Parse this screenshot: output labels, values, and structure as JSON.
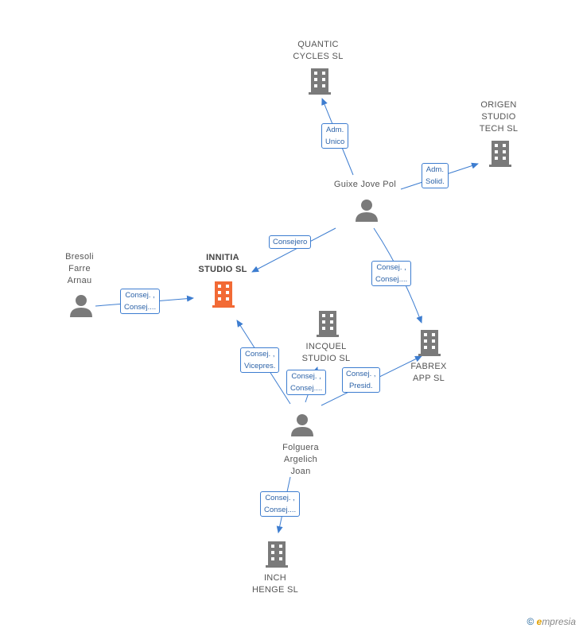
{
  "nodes": {
    "quantic": {
      "label": "QUANTIC\nCYCLES  SL",
      "type": "company"
    },
    "origen": {
      "label": "ORIGEN\nSTUDIO\nTECH  SL",
      "type": "company"
    },
    "guixe": {
      "label": "Guixe Jove Pol",
      "type": "person"
    },
    "bresoli": {
      "label": "Bresoli\nFarre\nArnau",
      "type": "person"
    },
    "innitia": {
      "label": "INNITIA\nSTUDIO  SL",
      "type": "company-focus"
    },
    "incquel": {
      "label": "INCQUEL\nSTUDIO  SL",
      "type": "company"
    },
    "fabrex": {
      "label": "FABREX\nAPP  SL",
      "type": "company"
    },
    "folguera": {
      "label": "Folguera\nArgelich\nJoan",
      "type": "person"
    },
    "inch": {
      "label": "INCH\nHENGE  SL",
      "type": "company"
    }
  },
  "edges": {
    "guixe_quantic": "Adm.\nUnico",
    "guixe_origen": "Adm.\nSolid.",
    "guixe_innitia": "Consejero",
    "guixe_fabrex": "Consej. ,\nConsej....",
    "bresoli_innitia": "Consej. ,\nConsej....",
    "folguera_innitia": "Consej. ,\nVicepres.",
    "folguera_incquel": "Consej. ,\nConsej....",
    "folguera_fabrex": "Consej. ,\nPresid.",
    "folguera_inch": "Consej. ,\nConsej...."
  },
  "colors": {
    "edge": "#3d7dd0",
    "icon": "#7a7a7a",
    "focus_icon": "#f26a35"
  },
  "footer": {
    "copyright": "©",
    "brand_initial": "e",
    "brand_rest": "mpresia"
  }
}
